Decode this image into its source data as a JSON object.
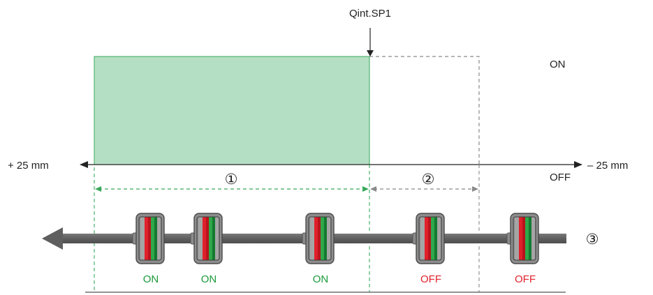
{
  "diagram": {
    "switch_point_label": "Qint.SP1",
    "state_on_label": "ON",
    "state_off_label": "OFF",
    "left_limit_label": "+ 25 mm",
    "right_limit_label": "– 25 mm",
    "zone1_marker": "①",
    "zone2_marker": "②",
    "direction_marker": "③",
    "colors": {
      "active_zone_fill": "#b5dfc4",
      "active_zone_stroke": "#39a85a",
      "on_text": "#1a9a3a",
      "off_text": "#e0202a",
      "arrow": "#5f5f5f",
      "dashed": "#8a8a8a"
    },
    "objects": [
      {
        "state": "ON"
      },
      {
        "state": "ON"
      },
      {
        "state": "ON"
      },
      {
        "state": "OFF"
      },
      {
        "state": "OFF"
      }
    ]
  }
}
